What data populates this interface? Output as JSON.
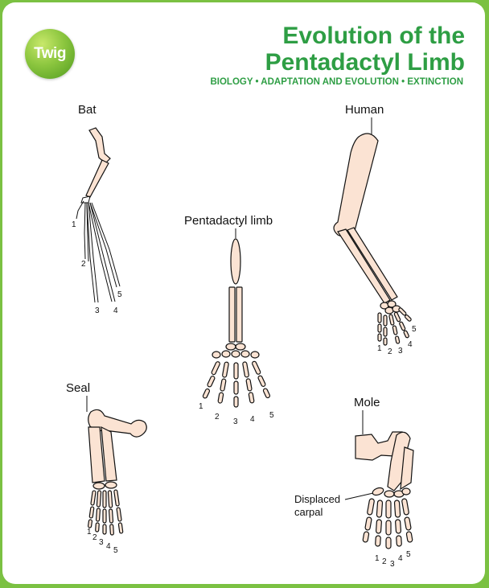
{
  "header": {
    "logo_text": "Twig",
    "title_line1": "Evolution of the",
    "title_line2": "Pentadactyl Limb",
    "subtitle": "BIOLOGY • ADAPTATION AND EVOLUTION • EXTINCTION"
  },
  "labels": {
    "bat": "Bat",
    "human": "Human",
    "pentadactyl": "Pentadactyl limb",
    "seal": "Seal",
    "mole": "Mole",
    "displaced_line1": "Displaced",
    "displaced_line2": "carpal"
  },
  "digits": [
    "1",
    "2",
    "3",
    "4",
    "5"
  ],
  "colors": {
    "frame": "#7bc142",
    "title": "#2e9e44",
    "bone": "#fbe3d3"
  }
}
